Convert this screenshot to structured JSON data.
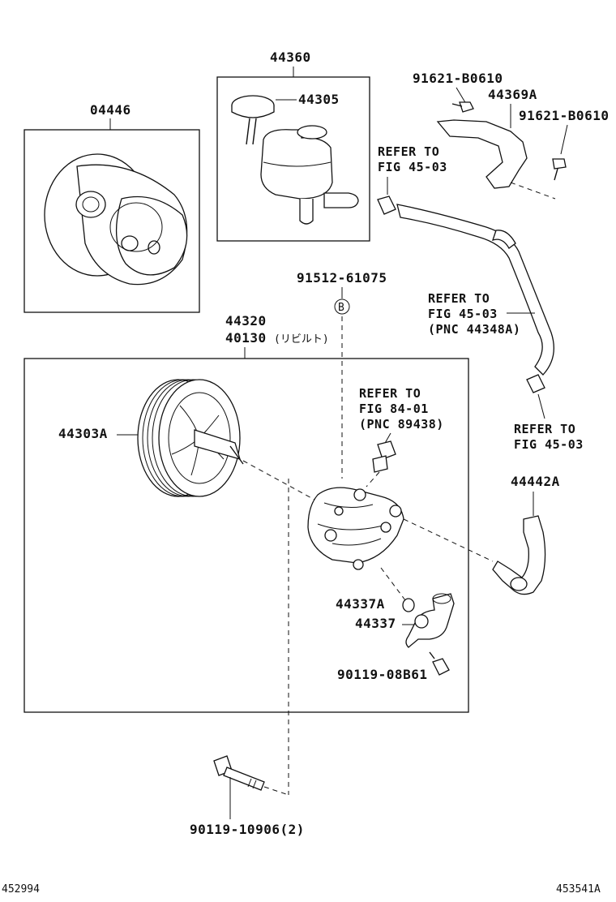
{
  "labels": {
    "pump_assy_kit": "04446",
    "reservoir_assy": "44360",
    "reservoir_cap": "44305",
    "bolt_top": "91621-B0610",
    "bracket": "44369A",
    "bolt_right": "91621-B0610",
    "bolt_b": "91512-61075",
    "b_marker": "B",
    "pump_assy": "44320",
    "pump_rebuilt": "40130",
    "rebuilt_note": "(リビルト)",
    "pulley": "44303A",
    "tube": "44442A",
    "oring": "44337A",
    "union": "44337",
    "union_bolt": "90119-08B61",
    "pump_bolt": "90119-10906(2)",
    "footer_left": "452994",
    "footer_right": "453541A"
  },
  "refs": {
    "ref_a_line1": "REFER TO",
    "ref_a_line2": "FIG 45-03",
    "ref_b_line1": "REFER TO",
    "ref_b_line2": "FIG 45-03",
    "ref_b_line3": "(PNC 44348A)",
    "ref_c_line1": "REFER TO",
    "ref_c_line2": "FIG 84-01",
    "ref_c_line3": "(PNC 89438)",
    "ref_d_line1": "REFER TO",
    "ref_d_line2": "FIG 45-03"
  }
}
